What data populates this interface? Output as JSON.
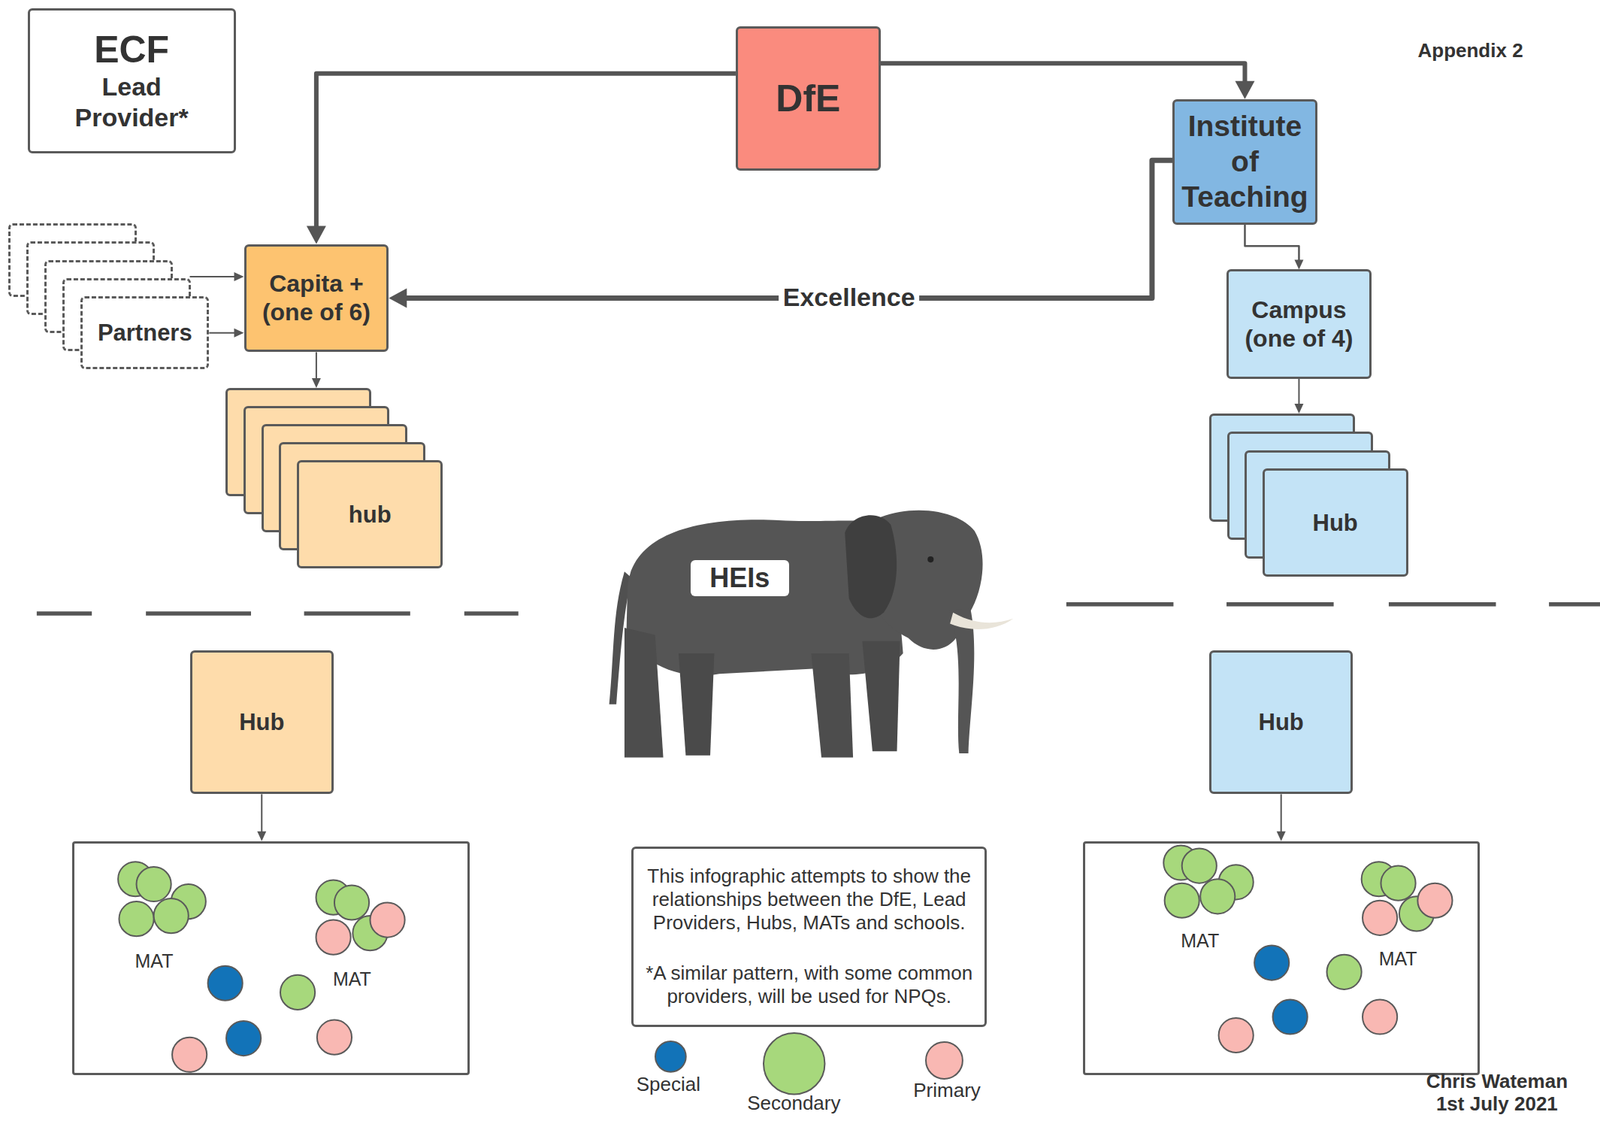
{
  "diagram": {
    "nodes": [
      {
        "text": [
          "ECF",
          "Lead Provider*"
        ]
      },
      {
        "text": [
          "DfE"
        ]
      },
      {
        "text": [
          "Institute of Teaching"
        ]
      },
      {
        "text": [
          "Partners"
        ]
      },
      {
        "text": [
          "Capita + (one of 6)"
        ]
      },
      {
        "text": [
          "Campus (one of 4)"
        ]
      },
      {
        "text": [
          "hub"
        ]
      },
      {
        "text": [
          "Hub"
        ]
      },
      {
        "text": [
          "HEIs"
        ]
      },
      {
        "text": [
          "Hub"
        ]
      },
      {
        "text": [
          "Hub"
        ]
      },
      {
        "text": [
          "MAT",
          "MAT"
        ]
      },
      {
        "text": [
          "This infographic attempts to show the relationships between the DfE, Lead Providers, Hubs, MATs and schools.",
          "*A similar pattern, with some common providers, will be used for NPQs."
        ]
      },
      {
        "text": [
          "MAT",
          "MAT"
        ]
      }
    ],
    "edges": [
      {
        "from": 1,
        "to": 4,
        "arrow": "to"
      },
      {
        "from": 1,
        "to": 2,
        "arrow": "to"
      },
      {
        "from": 2,
        "to": 4,
        "label": "Excellence",
        "arrow": "to"
      },
      {
        "from": 2,
        "to": 5,
        "arrow": "to"
      },
      {
        "from": 3,
        "to": 4,
        "arrow": "to"
      },
      {
        "from": 3,
        "to": 4,
        "arrow": "to"
      },
      {
        "from": 4,
        "to": 6,
        "arrow": "to"
      },
      {
        "from": 5,
        "to": 7,
        "arrow": "to"
      },
      {
        "from": 9,
        "to": 11,
        "arrow": "to"
      },
      {
        "from": 10,
        "to": 13,
        "arrow": "to"
      }
    ],
    "labels": [
      "Appendix 2",
      "Chris Wateman",
      "1st July 2021"
    ],
    "legend": [
      {
        "text": "Special",
        "color": "#1273b8"
      },
      {
        "text": "Secondary",
        "color": "#a7d87c"
      },
      {
        "text": "Primary",
        "color": "#f9b8b3"
      }
    ]
  }
}
